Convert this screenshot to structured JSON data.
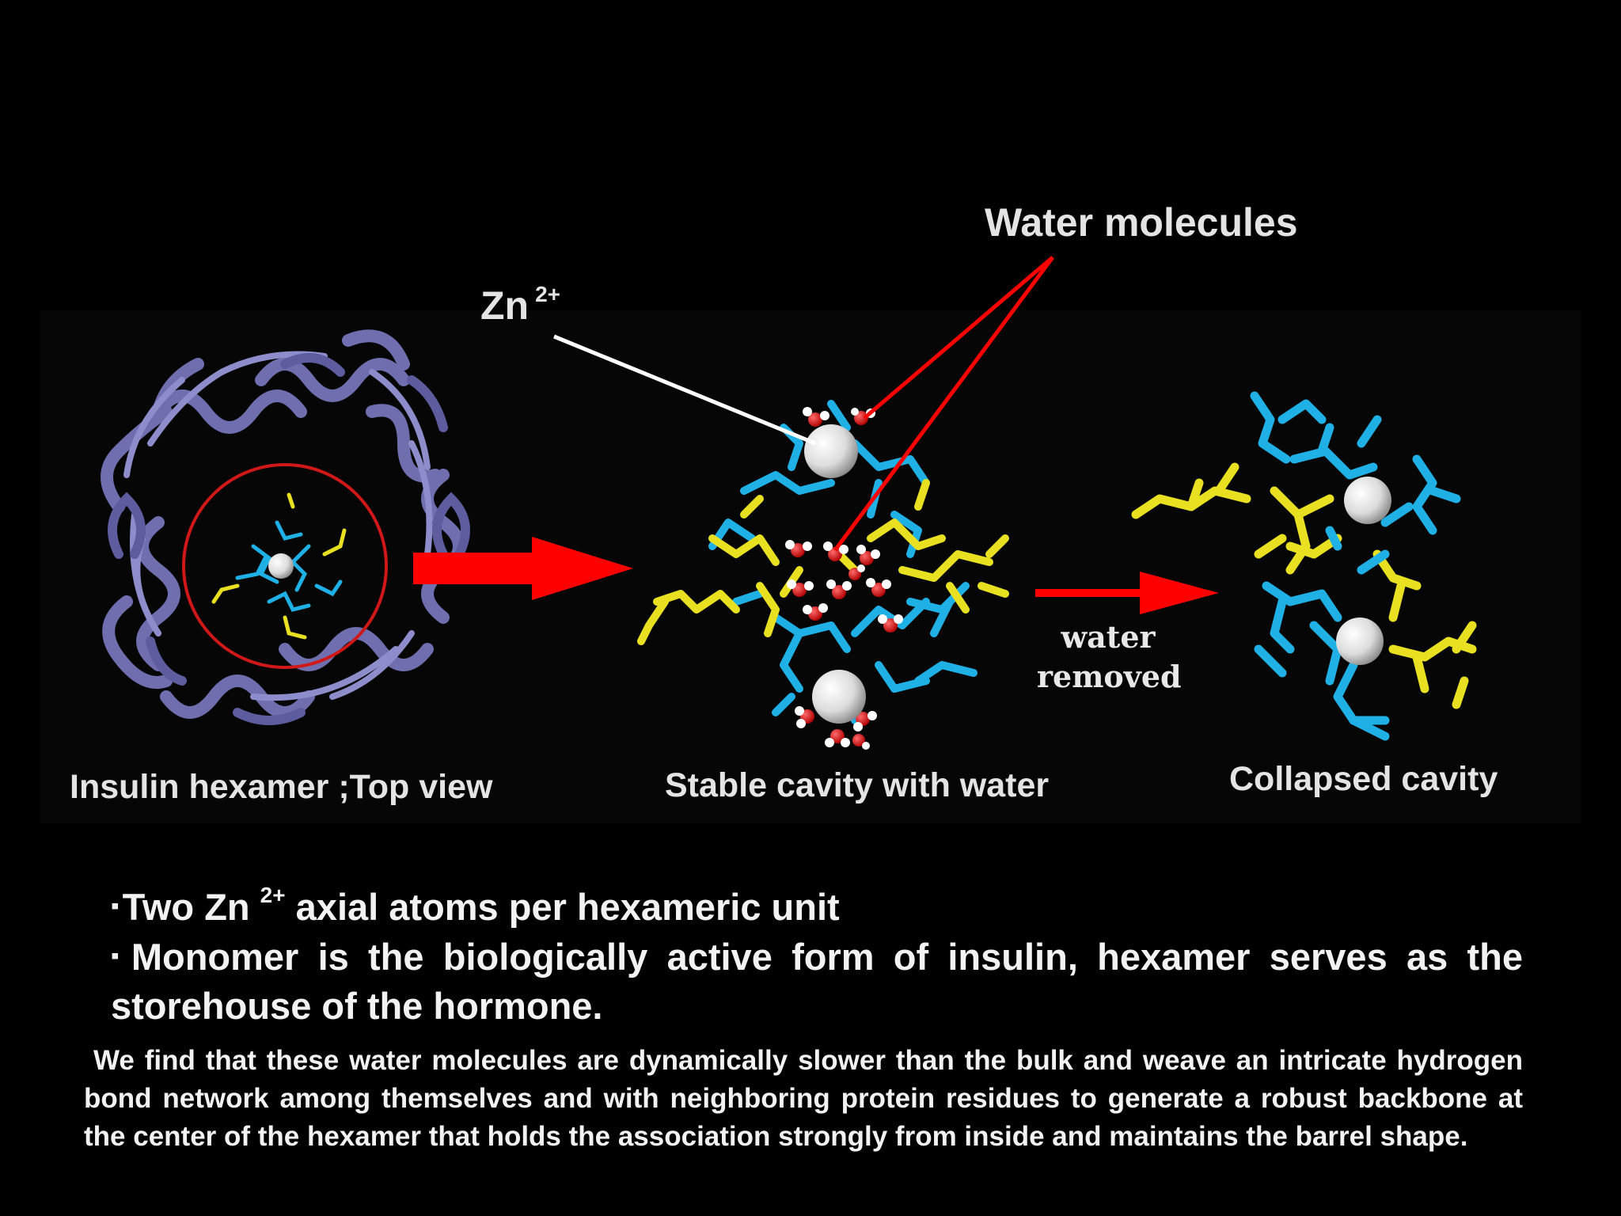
{
  "labels": {
    "water_molecules": "Water molecules",
    "zn": "Zn",
    "zn_charge": "2+",
    "hexamer_caption": "Insulin hexamer ;Top view",
    "stable_caption": "Stable cavity with water",
    "collapsed_caption": "Collapsed cavity",
    "water_removed_line1": "water",
    "water_removed_line2": "removed"
  },
  "bullets": [
    {
      "mark": "▪",
      "before": "Two Zn ",
      "sup": "2+",
      "after": " axial atoms per hexameric unit"
    },
    {
      "mark": "▪",
      "text": "Monomer is the biologically active form of insulin, hexamer serves as the storehouse of the hormone."
    }
  ],
  "paragraph": "We find that these water molecules are dynamically slower than the bulk and weave an intricate hydrogen bond network among themselves and with neighboring protein residues to generate a robust backbone at the center of the hexamer that holds the association strongly from inside and maintains the barrel shape.",
  "colors": {
    "background": "#000000",
    "protein_ribbon": "#7b7bb8",
    "residue_cyan": "#1fb0e6",
    "residue_yellow": "#e8e020",
    "arrow_red": "#ff0000",
    "zinc": "#e6e6e6",
    "oxygen": "#e00000",
    "hydrogen": "#ffffff"
  }
}
